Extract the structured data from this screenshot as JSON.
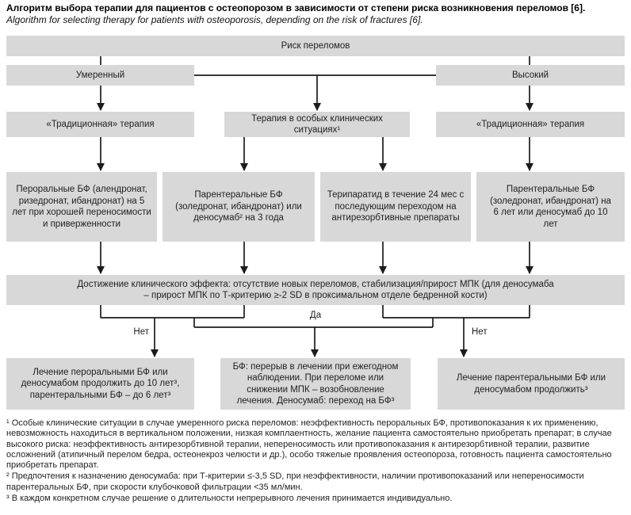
{
  "title": {
    "ru": "Алгоритм выбора терапии для пациентов с остеопорозом в зависимости от степени риска возникновения переломов [6].",
    "en": "Algorithm for selecting therapy for patients with osteoporosis, depending on the risk of fractures [6]."
  },
  "nodes": {
    "risk": "Риск переломов",
    "moderate": "Умеренный",
    "high": "Высокий",
    "traditional_left": "«Традиционная» терапия",
    "special_situations": "Терапия в особых клинических ситуациях¹",
    "traditional_right": "«Традиционная» терапия",
    "oral_bp": "Пероральные БФ (алендронат, ризедронат, ибандронат) на 5 лет при хорошей переносимости и приверженности",
    "parenteral_bp_3y": "Парентеральные БФ (золедронат, ибандронат) или деносумаб² на 3 года",
    "teriparatide": "Терипаратид в течение 24 мес с последующим переходом на антирезорбтивные препараты",
    "parenteral_bp_6y": "Парентеральные БФ (золедронат, ибандронат) на 6 лет или деносумаб до 10 лет",
    "clinical_effect": "Достижение клинического эффекта: отсутствие новых переломов, стабилизация/прирост МПК (для деносумаба – прирост МПК по Т-критерию ≥-2 SD в проксимальном отделе бедренной кости)",
    "continue_oral": "Лечение пероральными БФ или деносумабом продолжить до 10 лет³, парентеральными БФ – до 6 лет³",
    "bp_drug_holiday": "БФ: перерыв в лечении при ежегодном наблюдении. При переломе или снижении МПК – возобновление лечения. Деносумаб: переход на БФ³",
    "continue_parenteral": "Лечение парентеральными БФ или деносумабом продолжить³"
  },
  "edge_labels": {
    "yes": "Да",
    "no": "Нет"
  },
  "footnotes": [
    "¹ Особые клинические ситуации в случае умеренного риска переломов: неэффективность пероральных БФ, противопоказания к их применению, невозможность находиться в вертикальном положении, низкая комплаентность, желание пациента самостоятельно приобретать препарат; в случае высокого риска: неэффективность антирезорбтивной терапии, непереносимость или противопоказания к антирезорбтивной терапии, развитие осложнений (атипичный перелом бедра, остеонекроз челюсти и др.), особо тяжелые проявления остеопороза, готовность пациента самостоятельно приобретать препарат.",
    "² Предпочтения к назначению деносумаба: при Т-критерии ≤-3,5 SD, при неэффективности, наличии противопоказаний или непереносимости парентеральных БФ, при скорости клубочковой фильтрации <35 мл/мин.",
    "³ В каждом конкретном случае решение о длительности непрерывного лечения принимается индивидуально."
  ],
  "colors": {
    "box_fill": "#d8d8d8",
    "line": "#1c1c1c",
    "text": "#1f1f1f"
  }
}
